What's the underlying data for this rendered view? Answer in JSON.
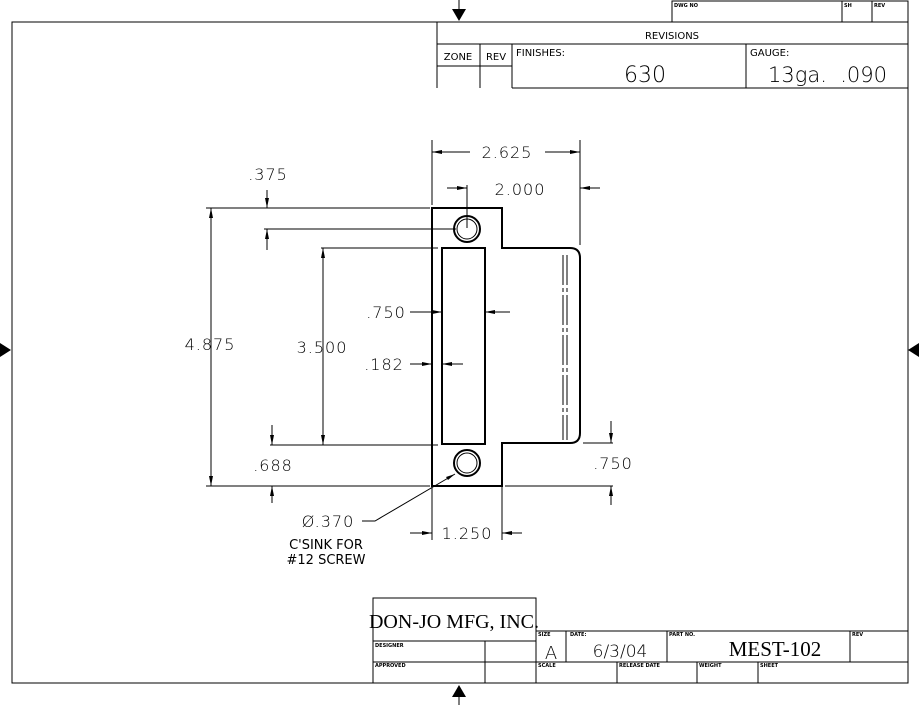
{
  "revisions": {
    "dwg_no_label": "DWG NO",
    "sh_label": "SH",
    "rev_label": "REV",
    "title": "REVISIONS",
    "zone_label": "ZONE",
    "rev_col_label": "REV",
    "finishes_label": "FINISHES:",
    "finishes_value": "630",
    "gauge_label": "GAUGE:",
    "gauge_value": "13ga.  .090"
  },
  "dimensions": {
    "overall_width": "2.625",
    "hole_offset": "2.000",
    "top_hole": ".375",
    "overall_height": "4.875",
    "slot_height": "3.500",
    "slot_width": ".750",
    "slot_offset": ".182",
    "bottom_offset": ".688",
    "tab_offset": ".750",
    "flange_width": "1.250",
    "hole_note_line1": "Ø.370",
    "hole_note_line2": "C'SINK FOR",
    "hole_note_line3": "#12 SCREW"
  },
  "title_block": {
    "company": "DON-JO MFG, INC.",
    "designer_label": "DESIGNER",
    "approved_label": "APPROVED",
    "size_label": "SIZE",
    "size_value": "A",
    "date_label": "DATE:",
    "date_value": "6/3/04",
    "part_no_label": "PART NO.",
    "part_no_value": "MEST-102",
    "rev_label": "REV",
    "scale_label": "SCALE",
    "release_date_label": "RELEASE DATE",
    "weight_label": "WEIGHT",
    "sheet_label": "SHEET"
  }
}
